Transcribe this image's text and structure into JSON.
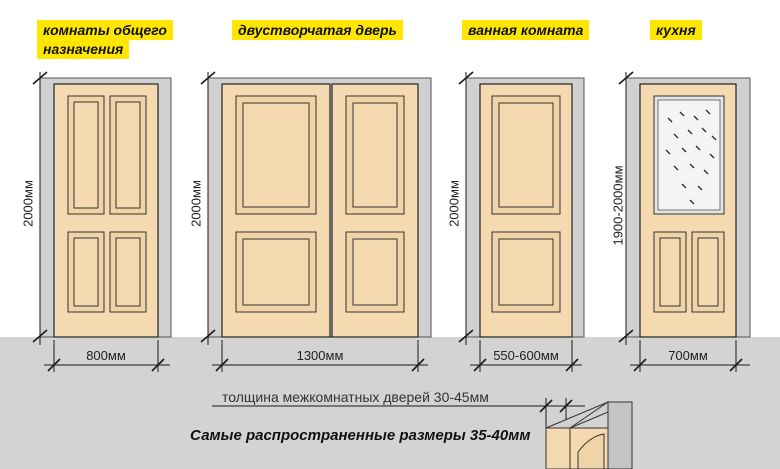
{
  "doors": [
    {
      "name_line1": "комнаты общего",
      "name_line2": "назначения",
      "width": "800мм",
      "height": "2000мм"
    },
    {
      "name_line1": "двустворчатая дверь",
      "name_line2": "",
      "width": "1300мм",
      "height": "2000мм"
    },
    {
      "name_line1": "ванная комната",
      "name_line2": "",
      "width": "550-600мм",
      "height": "2000мм"
    },
    {
      "name_line1": "кухня",
      "name_line2": "",
      "width": "700мм",
      "height": "1900-2000мм"
    }
  ],
  "thickness_text": "толщина межкомнатных дверей 30-45мм",
  "common_sizes_text": "Самые распространенные размеры 35-40мм",
  "colors": {
    "door": "#f5d9b0",
    "frame": "#d0d0d0",
    "floor": "#d3d3d3",
    "label_bg": "#ffe600",
    "line": "#1a1a1a"
  }
}
